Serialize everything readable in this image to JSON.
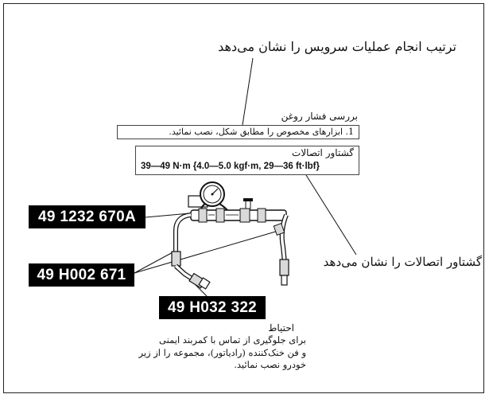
{
  "callouts": {
    "service_order": "ترتیب انجام عملیات سرویس را نشان می‌دهد",
    "fitting_torque": "گشتاور اتصالات را نشان می‌دهد"
  },
  "procedure": {
    "heading": "بررسی فشار روغن",
    "step_1": "1. ابزارهای مخصوص را مطابق شکل، نصب نمائید."
  },
  "torque_spec": {
    "label": "گشتاور اتصالات",
    "value": "39—49 N·m {4.0—5.0 kgf·m, 29—36 ft·lbf}"
  },
  "part_numbers": [
    "49 1232 670A",
    "49 H002 671",
    "49 H032 322"
  ],
  "caution": {
    "title": "احتیاط",
    "lines": [
      "برای جلوگیری از تماس با کمربند ایمنی",
      "و فن خنک‌کننده (رادیاتور)، مجموعه را از زیر",
      "خودرو نصب نمائید."
    ]
  }
}
